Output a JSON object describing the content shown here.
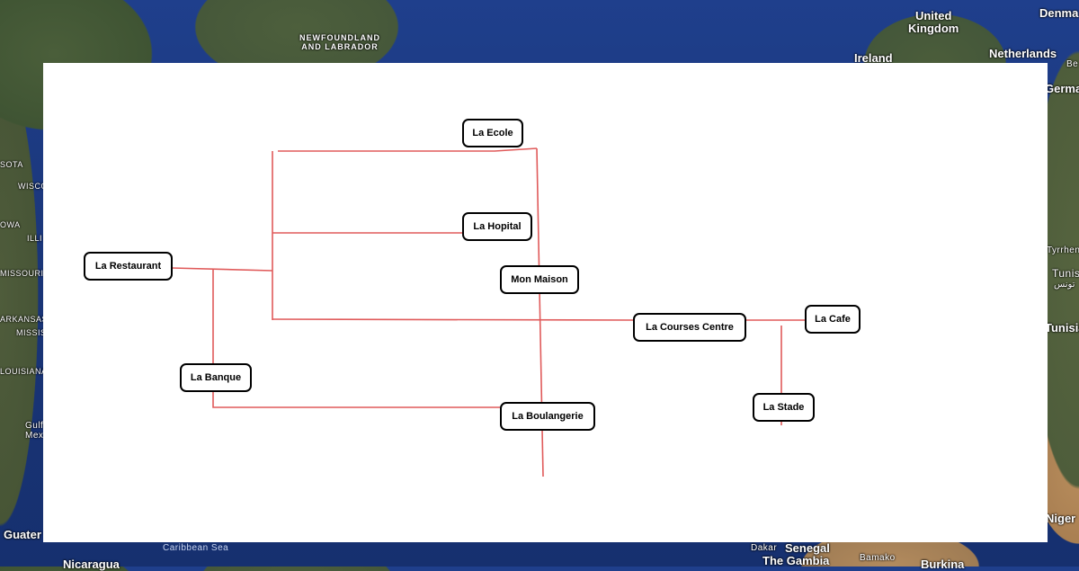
{
  "map_labels": {
    "newfoundland": "NEWFOUNDLAND",
    "labrador": "AND LABRADOR",
    "uk1": "United",
    "uk2": "Kingdom",
    "ireland": "Ireland",
    "denmark": "Denma",
    "netherlands": "Netherlands",
    "belgium": "Be",
    "germany": "Germa",
    "tyrrhenian": "Tyrrhen",
    "tunis": "Tunis",
    "tunis_ar": "تونس",
    "tunisia": "Tunisia",
    "niger": "Niger",
    "dakar": "Dakar",
    "senegal": "Senegal",
    "gambia": "The Gambia",
    "bamako": "Bamako",
    "burkina": "Burkina",
    "caribbean": "Caribbean Sea",
    "nicaragua": "Nicaragua",
    "guatemala": "Guater",
    "gulf": "Gulf",
    "mex": "Mex",
    "sota": "SOTA",
    "wisco": "WISCO",
    "iowa": "OWA",
    "illi": "ILLI",
    "missouri": "MISSOURI",
    "arkansas": "ARKANSAS",
    "missis": "MISSIS",
    "louisiana": "LOUISIANA"
  },
  "diagram": {
    "line_color": "#e05a5a",
    "nodes": {
      "ecole": "La Ecole",
      "hopital": "La Hopital",
      "restaurant": "La Restaurant",
      "maison": "Mon Maison",
      "courses": "La Courses Centre",
      "cafe": "La Cafe",
      "banque": "La Banque",
      "boulangerie": "La Boulangerie",
      "stade": "La Stade"
    }
  }
}
